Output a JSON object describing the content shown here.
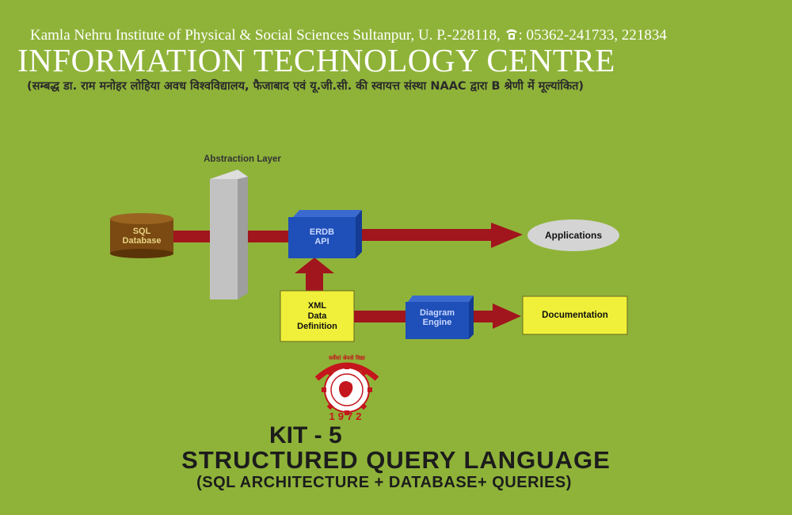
{
  "header": {
    "institute_line_prefix": "Kamla Nehru Institute of Physical & Social Sciences Sultanpur, U. P.-228118,",
    "phone_icon": "telephone-icon",
    "phone_line": ": 05362-241733, 221834",
    "title": "INFORMATION TECHNOLOGY CENTRE",
    "affiliation": "(सम्बद्ध डा. राम मनोहर लोहिया अवध विश्वविद्यालय, फैजाबाद एवं यू.जी.सी. की स्वायत्त संस्था NAAC द्वारा B श्रेणी में मूल्यांकित)"
  },
  "diagram": {
    "abstraction_label": "Abstraction Layer",
    "sql_db_line1": "SQL",
    "sql_db_line2": "Database",
    "erdb_line1": "ERDB",
    "erdb_line2": "API",
    "applications": "Applications",
    "xml_line1": "XML",
    "xml_line2": "Data",
    "xml_line3": "Definition",
    "diagram_engine_line1": "Diagram",
    "diagram_engine_line2": "Engine",
    "documentation": "Documentation",
    "colors": {
      "arrow": "#a1151d",
      "cube_blue": "#1f4fb8",
      "box_yellow": "#f0f03a",
      "pillar_gray": "#b5b5b5",
      "cylinder_brown": "#7a4a12",
      "ellipse_gray": "#d4d4d4"
    }
  },
  "logo": {
    "year": "1972",
    "motto": "सर्वेसां श्रेयसे विद्या"
  },
  "footer": {
    "kit": "KIT  - 5",
    "subject": "STRUCTURED QUERY LANGUAGE",
    "subtitle": "(SQL ARCHITECTURE + DATABASE+ QUERIES)"
  }
}
